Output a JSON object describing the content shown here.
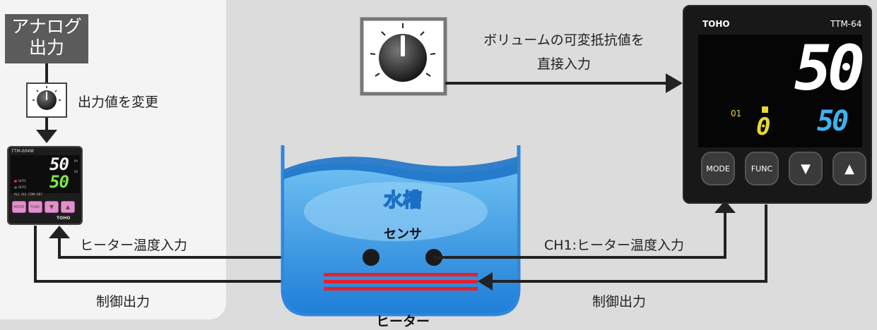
{
  "analog_output": {
    "line1": "アナログ",
    "line2": "出力"
  },
  "labels": {
    "change_output": "出力値を変更",
    "volume_input_line1": "ボリュームの可変抵抗値を",
    "volume_input_line2": "直接入力",
    "heater_temp_input": "ヒーター温度入力",
    "ch1_heater_temp_input": "CH1:ヒーター温度入力",
    "control_output_left": "制御出力",
    "control_output_right": "制御出力",
    "water_tank": "水槽",
    "sensor": "センサ",
    "heater": "ヒーター"
  },
  "small_controller": {
    "model": "TTM-004W",
    "pv_value": "50",
    "sv_value": "50",
    "pv_tag": "PV",
    "sv_tag": "SV",
    "ind_out1": "OUT1",
    "ind_out2": "OUT2",
    "ind_row": "AL1  AL2  COM  KEY",
    "btn1": "MODE",
    "btn2": "FUNC",
    "brand": "TOHO"
  },
  "large_controller": {
    "brand": "TOHO",
    "model": "TTM-64",
    "pv_value": "50",
    "sv_value": "50",
    "channel": "01",
    "sub_value": "0",
    "buttons": [
      "MODE",
      "FUNC",
      "▼",
      "▲"
    ]
  },
  "colors": {
    "water": "#3a9ee8",
    "heater": "#e8202a",
    "sv_green": "#7ee84c",
    "sv_blue": "#3fb2f0",
    "channel_yellow": "#e8d830"
  }
}
